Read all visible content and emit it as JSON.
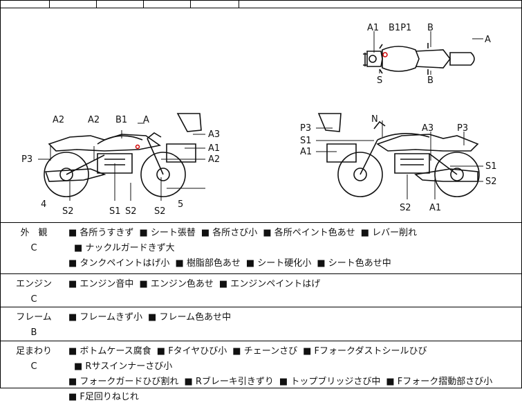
{
  "diagram": {
    "top_view_labels": [
      "A1",
      "B1P1",
      "B",
      "A",
      "S",
      "B"
    ],
    "left_view_labels": [
      "A2",
      "A2",
      "B1",
      "A",
      "A3",
      "A1",
      "A2",
      "P3",
      "4",
      "S2",
      "S1",
      "S2",
      "S2",
      "5"
    ],
    "right_view_labels": [
      "N",
      "P3",
      "S1",
      "A1",
      "A3",
      "P3",
      "S1",
      "S2",
      "S2",
      "A1"
    ],
    "marker_color": "#d00000"
  },
  "sections": [
    {
      "name": "外　観",
      "grade": "C",
      "items": [
        "各所うすきず",
        "シート張替",
        "各所さび小",
        "各所ペイント色あせ",
        "レバー削れ",
        "ナックルガードきず大",
        "タンクペイントはげ小",
        "樹脂部色あせ",
        "シート硬化小",
        "シート色あせ中"
      ]
    },
    {
      "name": "エンジン",
      "grade": "C",
      "items": [
        "エンジン音中",
        "エンジン色あせ",
        "エンジンペイントはげ"
      ]
    },
    {
      "name": "フレーム",
      "grade": "B",
      "items": [
        "フレームきず小",
        "フレーム色あせ中"
      ]
    },
    {
      "name": "足まわり",
      "grade": "C",
      "items": [
        "ボトムケース腐食",
        "Fタイヤひび小",
        "チェーンさび",
        "Fフォークダストシールひび",
        "Rサスインナーさび小",
        "フォークガードひび割れ",
        "Rブレーキ引きずり",
        "トップブリッジさび中",
        "Fフォーク摺動部さび小",
        "F足回りねじれ"
      ]
    }
  ]
}
